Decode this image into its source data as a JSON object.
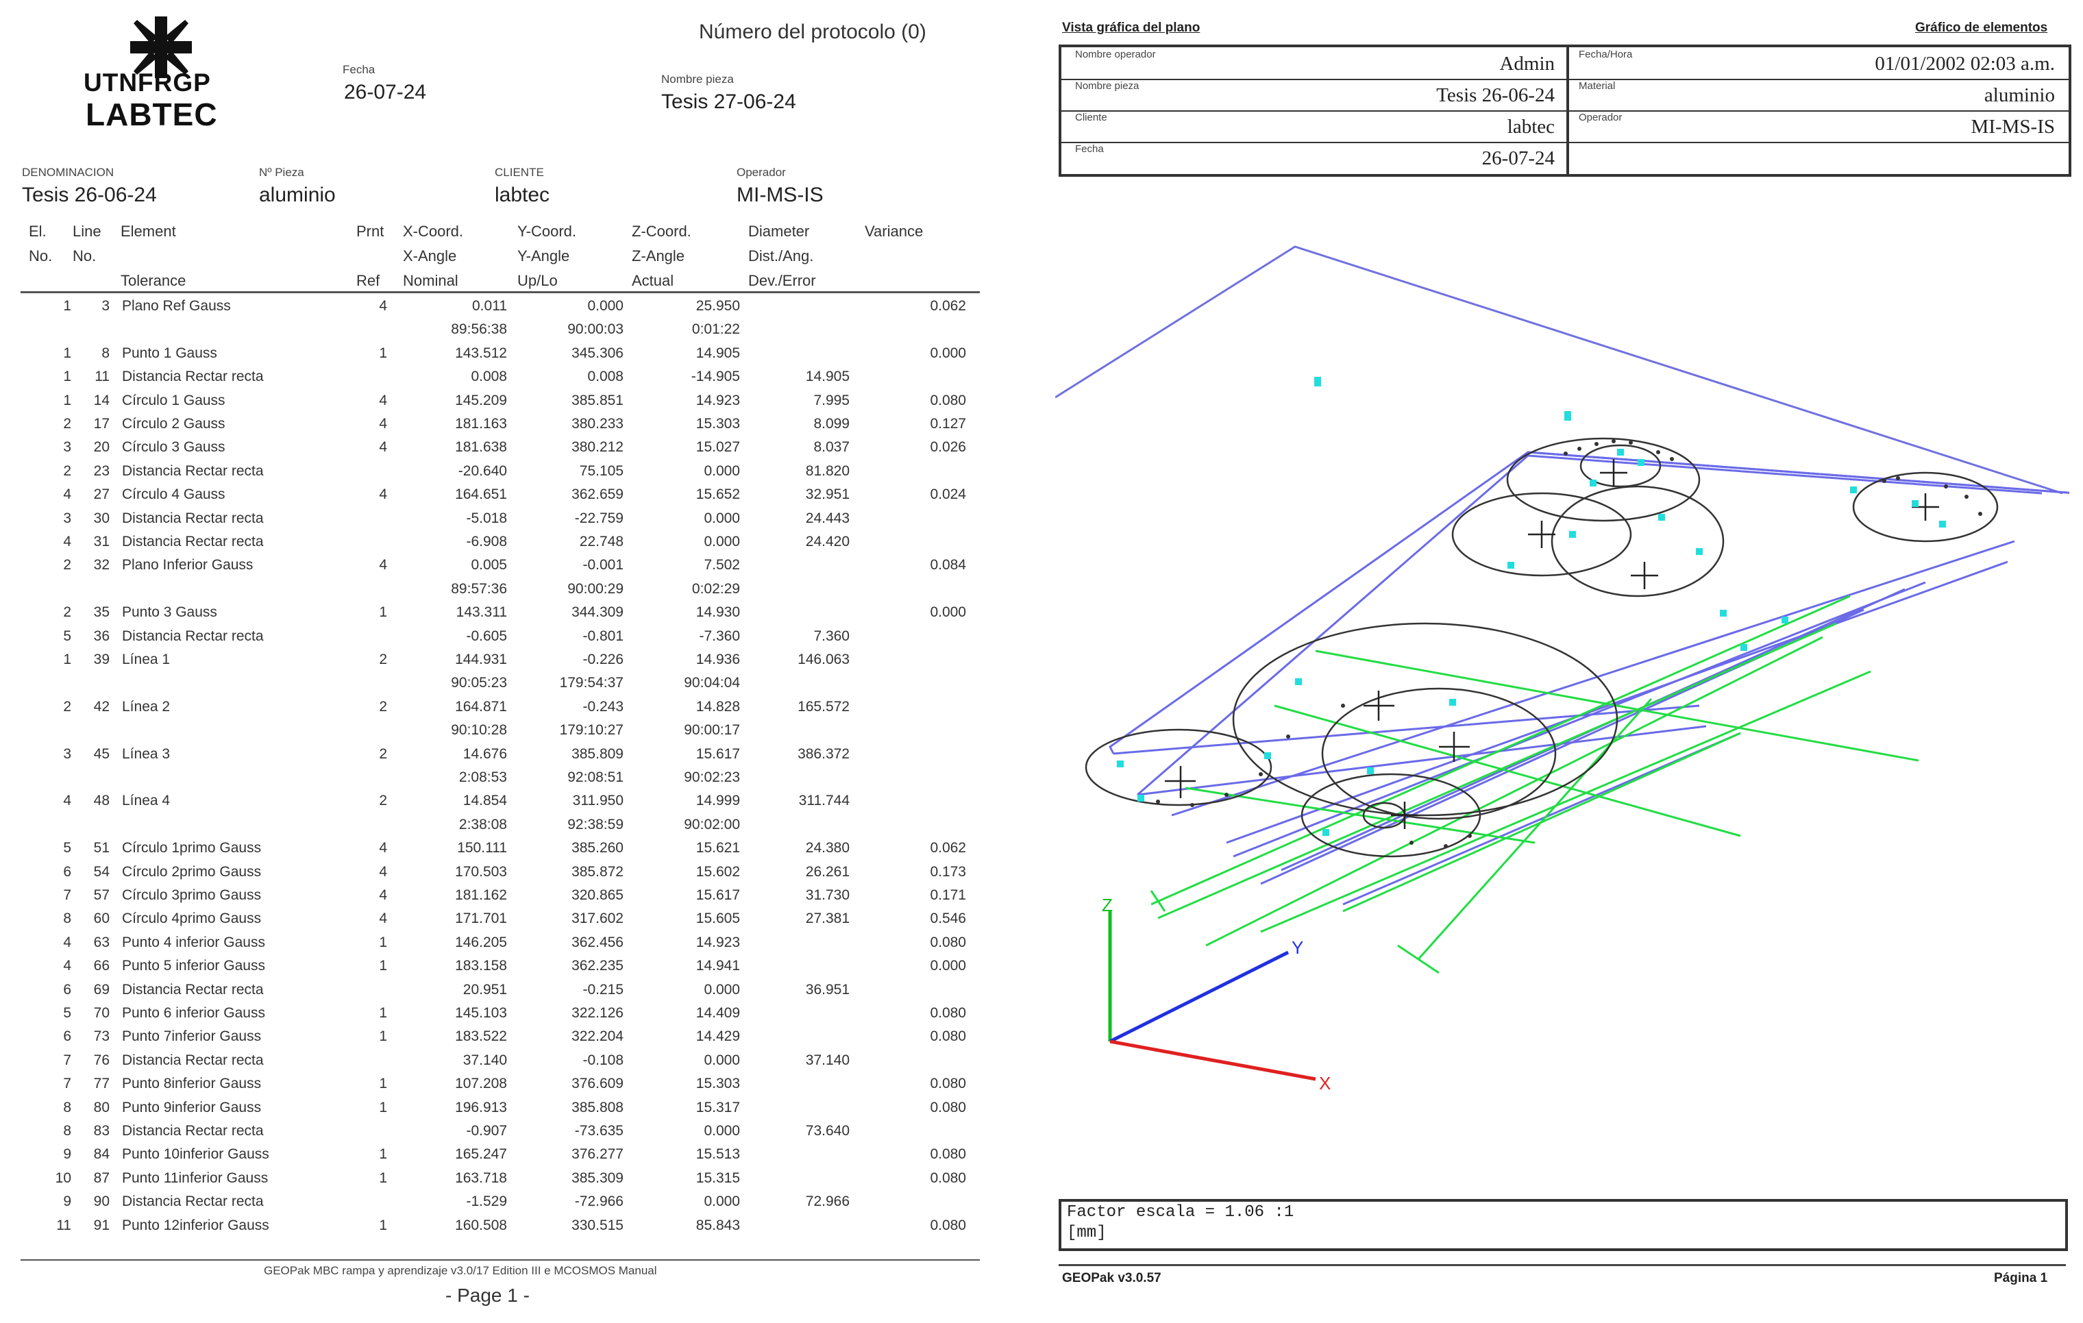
{
  "left_page": {
    "logo": {
      "icon": "utn-logo-icon",
      "line1": "UTNFRGP",
      "line2": "LABTEC"
    },
    "protocol_label": "Número del protocolo (0)",
    "fecha": {
      "label": "Fecha",
      "value": "26-07-24"
    },
    "nombre_pieza": {
      "label": "Nombre pieza",
      "value": "Tesis 27-06-24"
    },
    "denominacion": {
      "label": "DENOMINACION",
      "value": "Tesis 26-06-24"
    },
    "nr_pieza": {
      "label": "Nº Pieza",
      "value": "aluminio"
    },
    "cliente": {
      "label": "CLIENTE",
      "value": "labtec"
    },
    "operador": {
      "label": "Operador",
      "value": "MI-MS-IS"
    },
    "headers": {
      "col1": [
        "El.",
        "No."
      ],
      "col2": [
        "Line",
        "No."
      ],
      "col3": [
        "Element",
        "",
        "Tolerance"
      ],
      "col4": [
        "Prnt",
        "",
        "Ref"
      ],
      "col5": [
        "X-Coord.",
        "X-Angle",
        "Nominal"
      ],
      "col6": [
        "Y-Coord.",
        "Y-Angle",
        "Up/Lo"
      ],
      "col7": [
        "Z-Coord.",
        "Z-Angle",
        "Actual"
      ],
      "col8": [
        "Diameter",
        "Dist./Ang.",
        "Dev./Error"
      ],
      "col9": [
        "Variance"
      ]
    },
    "rows": [
      [
        "1",
        "3",
        "Plano Ref Gauss",
        "4",
        "0.011",
        "0.000",
        "25.950",
        "",
        "0.062"
      ],
      [
        "",
        "",
        "",
        "",
        "89:56:38",
        "90:00:03",
        "0:01:22",
        "",
        ""
      ],
      [
        "1",
        "8",
        "Punto 1 Gauss",
        "1",
        "143.512",
        "345.306",
        "14.905",
        "",
        "0.000"
      ],
      [
        "1",
        "11",
        "Distancia Rectar recta",
        "",
        "0.008",
        "0.008",
        "-14.905",
        "14.905",
        ""
      ],
      [
        "1",
        "14",
        "Círculo 1 Gauss",
        "4",
        "145.209",
        "385.851",
        "14.923",
        "7.995",
        "0.080"
      ],
      [
        "2",
        "17",
        "Círculo 2 Gauss",
        "4",
        "181.163",
        "380.233",
        "15.303",
        "8.099",
        "0.127"
      ],
      [
        "3",
        "20",
        "Círculo 3 Gauss",
        "4",
        "181.638",
        "380.212",
        "15.027",
        "8.037",
        "0.026"
      ],
      [
        "2",
        "23",
        "Distancia Rectar recta",
        "",
        "-20.640",
        "75.105",
        "0.000",
        "81.820",
        ""
      ],
      [
        "4",
        "27",
        "Círculo 4 Gauss",
        "4",
        "164.651",
        "362.659",
        "15.652",
        "32.951",
        "0.024"
      ],
      [
        "3",
        "30",
        "Distancia Rectar recta",
        "",
        "-5.018",
        "-22.759",
        "0.000",
        "24.443",
        ""
      ],
      [
        "4",
        "31",
        "Distancia Rectar recta",
        "",
        "-6.908",
        "22.748",
        "0.000",
        "24.420",
        ""
      ],
      [
        "2",
        "32",
        "Plano Inferior Gauss",
        "4",
        "0.005",
        "-0.001",
        "7.502",
        "",
        "0.084"
      ],
      [
        "",
        "",
        "",
        "",
        "89:57:36",
        "90:00:29",
        "0:02:29",
        "",
        ""
      ],
      [
        "2",
        "35",
        "Punto 3 Gauss",
        "1",
        "143.311",
        "344.309",
        "14.930",
        "",
        "0.000"
      ],
      [
        "5",
        "36",
        "Distancia Rectar recta",
        "",
        "-0.605",
        "-0.801",
        "-7.360",
        "7.360",
        ""
      ],
      [
        "1",
        "39",
        "Línea 1",
        "2",
        "144.931",
        "-0.226",
        "14.936",
        "146.063",
        ""
      ],
      [
        "",
        "",
        "",
        "",
        "90:05:23",
        "179:54:37",
        "90:04:04",
        "",
        ""
      ],
      [
        "2",
        "42",
        "Línea 2",
        "2",
        "164.871",
        "-0.243",
        "14.828",
        "165.572",
        ""
      ],
      [
        "",
        "",
        "",
        "",
        "90:10:28",
        "179:10:27",
        "90:00:17",
        "",
        ""
      ],
      [
        "3",
        "45",
        "Línea 3",
        "2",
        "14.676",
        "385.809",
        "15.617",
        "386.372",
        ""
      ],
      [
        "",
        "",
        "",
        "",
        "2:08:53",
        "92:08:51",
        "90:02:23",
        "",
        ""
      ],
      [
        "4",
        "48",
        "Línea 4",
        "2",
        "14.854",
        "311.950",
        "14.999",
        "311.744",
        ""
      ],
      [
        "",
        "",
        "",
        "",
        "2:38:08",
        "92:38:59",
        "90:02:00",
        "",
        ""
      ],
      [
        "5",
        "51",
        "Círculo 1primo Gauss",
        "4",
        "150.111",
        "385.260",
        "15.621",
        "24.380",
        "0.062"
      ],
      [
        "6",
        "54",
        "Círculo 2primo Gauss",
        "4",
        "170.503",
        "385.872",
        "15.602",
        "26.261",
        "0.173"
      ],
      [
        "7",
        "57",
        "Círculo 3primo Gauss",
        "4",
        "181.162",
        "320.865",
        "15.617",
        "31.730",
        "0.171"
      ],
      [
        "8",
        "60",
        "Círculo 4primo Gauss",
        "4",
        "171.701",
        "317.602",
        "15.605",
        "27.381",
        "0.546"
      ],
      [
        "4",
        "63",
        "Punto 4 inferior Gauss",
        "1",
        "146.205",
        "362.456",
        "14.923",
        "",
        "0.080"
      ],
      [
        "4",
        "66",
        "Punto 5 inferior Gauss",
        "1",
        "183.158",
        "362.235",
        "14.941",
        "",
        "0.000"
      ],
      [
        "6",
        "69",
        "Distancia Rectar recta",
        "",
        "20.951",
        "-0.215",
        "0.000",
        "36.951",
        ""
      ],
      [
        "5",
        "70",
        "Punto 6 inferior Gauss",
        "1",
        "145.103",
        "322.126",
        "14.409",
        "",
        "0.080"
      ],
      [
        "6",
        "73",
        "Punto 7inferior Gauss",
        "1",
        "183.522",
        "322.204",
        "14.429",
        "",
        "0.080"
      ],
      [
        "7",
        "76",
        "Distancia Rectar recta",
        "",
        "37.140",
        "-0.108",
        "0.000",
        "37.140",
        ""
      ],
      [
        "7",
        "77",
        "Punto 8inferior Gauss",
        "1",
        "107.208",
        "376.609",
        "15.303",
        "",
        "0.080"
      ],
      [
        "8",
        "80",
        "Punto 9inferior Gauss",
        "1",
        "196.913",
        "385.808",
        "15.317",
        "",
        "0.080"
      ],
      [
        "8",
        "83",
        "Distancia Rectar recta",
        "",
        "-0.907",
        "-73.635",
        "0.000",
        "73.640",
        ""
      ],
      [
        "9",
        "84",
        "Punto 10inferior Gauss",
        "1",
        "165.247",
        "376.277",
        "15.513",
        "",
        "0.080"
      ],
      [
        "10",
        "87",
        "Punto 11inferior Gauss",
        "1",
        "163.718",
        "385.309",
        "15.315",
        "",
        "0.080"
      ],
      [
        "9",
        "90",
        "Distancia Rectar recta",
        "",
        "-1.529",
        "-72.966",
        "0.000",
        "72.966",
        ""
      ],
      [
        "11",
        "91",
        "Punto 12inferior Gauss",
        "1",
        "160.508",
        "330.515",
        "85.843",
        "",
        "0.080"
      ]
    ],
    "footer": "GEOPak MBC rampa y aprendizaje v3.0/17 Edition III e MCOSMOS Manual",
    "page_label": "- Page 1 -"
  },
  "right_page": {
    "top_left_title": "Vista gráfica del plano",
    "top_right_title": "Gráfico de elementos",
    "info": {
      "nombre_operador": {
        "label": "Nombre operador",
        "value": "Admin"
      },
      "nombre_pieza": {
        "label": "Nombre pieza",
        "value": "Tesis 26-06-24"
      },
      "cliente": {
        "label": "Cliente",
        "value": "labtec"
      },
      "fecha": {
        "label": "Fecha",
        "value": "26-07-24"
      },
      "fecha_hora": {
        "label": "Fecha/Hora",
        "value": "01/01/2002  02:03 a.m."
      },
      "material": {
        "label": "Material",
        "value": "aluminio"
      },
      "operador": {
        "label": "Operador",
        "value": "MI-MS-IS"
      }
    },
    "axes": {
      "z": "Z",
      "y": "Y",
      "x": "X"
    },
    "command_lines": [
      "Factor escala = 1.06 :1",
      "[mm]"
    ],
    "footer_left": "GEOPak v3.0.57",
    "footer_right": "Página 1"
  },
  "colors": {
    "line_gray": "#555555",
    "blue_outline": "#7070e0",
    "green_elements": "#22dd44",
    "cyan_points": "#22dddd",
    "axis_red": "#e02020",
    "axis_blue": "#2030e0",
    "axis_green": "#10c020"
  }
}
